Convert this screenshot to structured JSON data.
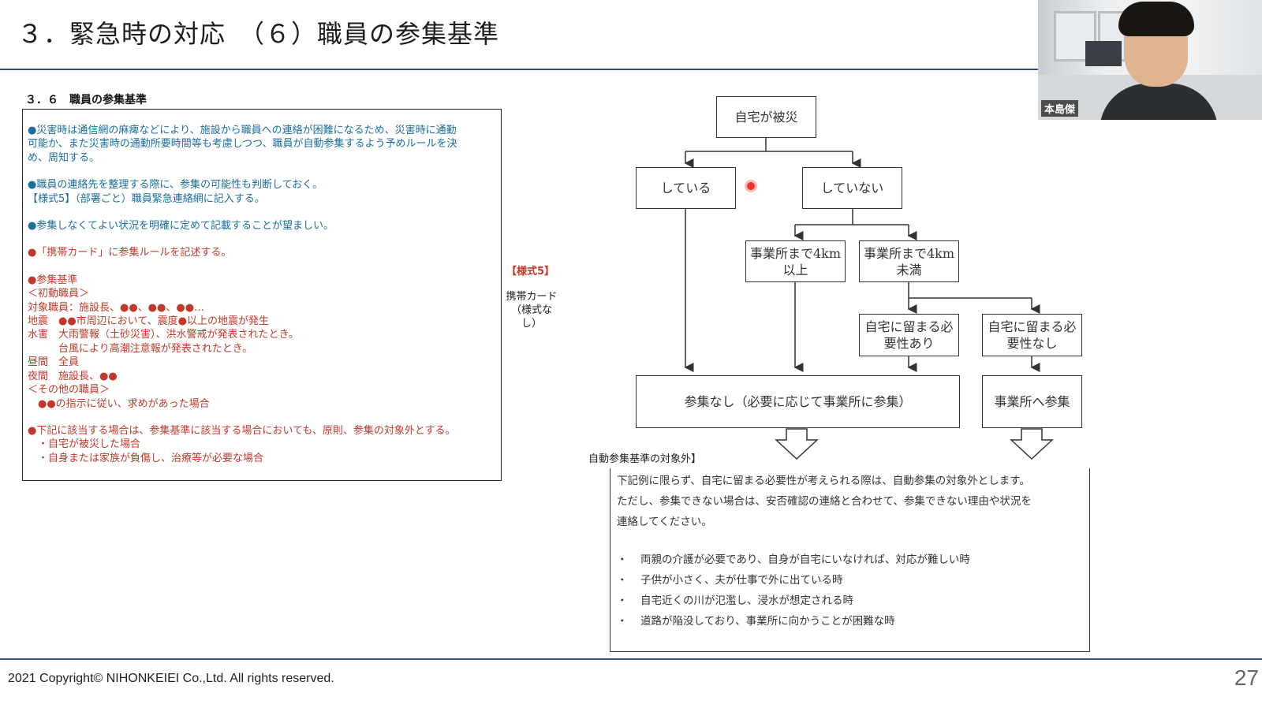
{
  "slide": {
    "title": "３．緊急時の対応　（６）職員の参集基準",
    "page_number": "27",
    "copyright": "2021 Copyright© NIHONKEIEI Co.,Ltd. All rights reserved."
  },
  "webcam": {
    "name": "本島傑"
  },
  "left_panel": {
    "heading": "３．６　職員の参集基準",
    "lines": [
      {
        "text": "●災害時は通信網の麻痺などにより、施設から職員への連絡が困難になるため、災害時に通勤",
        "color": "teal"
      },
      {
        "text": "可能か、また災害時の通勤所要時間等も考慮しつつ、職員が自動参集するよう予めルールを決",
        "color": "teal"
      },
      {
        "text": "め、周知する。",
        "color": "teal",
        "gap_after": true
      },
      {
        "text": "●職員の連絡先を整理する際に、参集の可能性も判断しておく。",
        "color": "teal"
      },
      {
        "text": "【様式5】（部署ごと）職員緊急連絡網に記入する。",
        "color": "teal",
        "gap_after": true
      },
      {
        "text": "●参集しなくてよい状況を明確に定めて記載することが望ましい。",
        "color": "teal",
        "gap_after": true
      },
      {
        "text": "●「携帯カード」に参集ルールを記述する。",
        "color": "red",
        "gap_after": true
      },
      {
        "text": "●参集基準",
        "color": "red"
      },
      {
        "text": "＜初動職員＞",
        "color": "red"
      },
      {
        "text": "対象職員：施設長、●●、●●、●●…",
        "color": "red"
      },
      {
        "text": "地震　●●市周辺において、震度●以上の地震が発生",
        "color": "red"
      },
      {
        "text": "水害　大雨警報（土砂災害）、洪水警戒が発表されたとき。",
        "color": "red"
      },
      {
        "text": "　　　台風により高潮注意報が発表されたとき。",
        "color": "red"
      },
      {
        "text": "昼間　全員",
        "color": "red"
      },
      {
        "text": "夜間　施設長、●●",
        "color": "red"
      },
      {
        "text": "＜その他の職員＞",
        "color": "red"
      },
      {
        "text": "　●●の指示に従い、求めがあった場合",
        "color": "red",
        "gap_after": true
      },
      {
        "text": "●下記に該当する場合は、参集基準に該当する場合においても、原則、参集の対象外とする。",
        "color": "red"
      },
      {
        "text": "　・自宅が被災した場合",
        "color": "red"
      },
      {
        "text": "　・自身または家族が負傷し、治療等が必要な場合",
        "color": "red"
      }
    ]
  },
  "side": {
    "form_tag": "【様式5】",
    "card_note": "携帯カード（様式なし）"
  },
  "flowchart": {
    "home_damaged": "自宅が被災",
    "yes": "している",
    "no": "していない",
    "over_4km": "事業所まで4km以上",
    "under_4km": "事業所まで4km未満",
    "need_stay": "自宅に留まる必要性あり",
    "no_need_stay": "自宅に留まる必要性なし",
    "no_report": "参集なし（必要に応じて事業所に参集）",
    "report": "事業所へ参集"
  },
  "exclusion": {
    "label": "自動参集基準の対象外】",
    "intro_lines": [
      "下記例に限らず、自宅に留まる必要性が考えられる際は、自動参集の対象外とします。",
      "ただし、参集できない場合は、安否確認の連絡と合わせて、参集できない理由や状況を",
      "連絡してください。"
    ],
    "examples": [
      "両親の介護が必要であり、自身が自宅にいなければ、対応が難しい時",
      "子供が小さく、夫が仕事で外に出ている時",
      "自宅近くの川が氾濫し、浸水が想定される時",
      "道路が陥没しており、事業所に向かうことが困難な時"
    ]
  }
}
